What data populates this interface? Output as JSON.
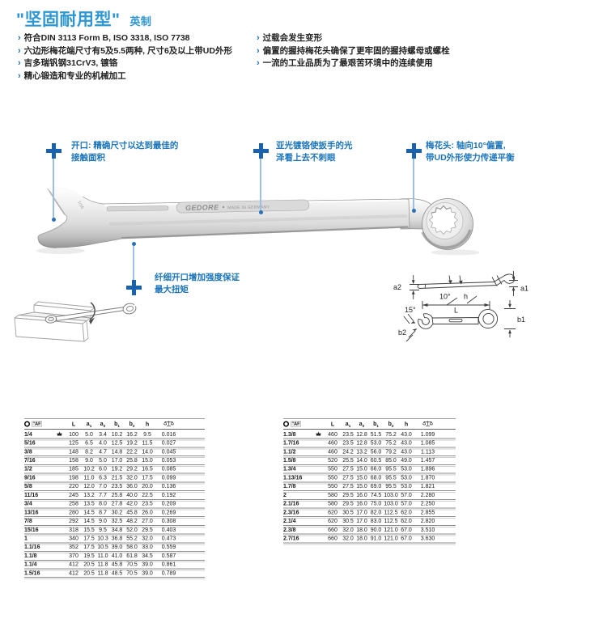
{
  "header": {
    "title": "\"坚固耐用型\"",
    "subtitle": "英制"
  },
  "features_left": [
    "符合DIN 3113 Form B, ISO 3318, ISO 7738",
    "六边形梅花端尺寸有5及5.5两种, 尺寸6及以上带UD外形",
    "吉多瑞钒钢31CrV3, 镀铬",
    "精心锻造和专业的机械加工"
  ],
  "features_right": [
    "过载会发生变形",
    "偏置的握持梅花头确保了更牢固的握持螺母或螺栓",
    "一流的工业品质为了最艰苦环境中的连续使用"
  ],
  "callouts": [
    {
      "line1": "开口: 精确尺寸以达到最佳的",
      "line2": "接触面积"
    },
    {
      "line1": "亚光镀铬使扳手的光",
      "line2": "泽看上去不刺眼"
    },
    {
      "line1": "梅花头: 轴向10°偏置,",
      "line2": "带UD外形使力传递平衡"
    },
    {
      "line1": "纤细开口增加强度保证",
      "line2": "最大扭矩"
    }
  ],
  "wrench": {
    "brand": "GEDORE",
    "made_in": "MADE IN GERMANY",
    "size_stamp": "7/16"
  },
  "diagram": {
    "a1": "a1",
    "a2": "a2",
    "b1": "b1",
    "b2": "b2",
    "h": "h",
    "L": "L",
    "deg10": "10°",
    "deg15": "15°"
  },
  "tables": {
    "af_label": "\"AF",
    "headers": [
      "L",
      "a",
      "a",
      "b",
      "b",
      "h"
    ],
    "left_rows": [
      [
        "1/4",
        true,
        "100",
        "5.0",
        "3.4",
        "10.2",
        "16.2",
        "9.5",
        "0.016"
      ],
      [
        "5/16",
        false,
        "125",
        "6.5",
        "4.0",
        "12.5",
        "19.2",
        "11.5",
        "0.027"
      ],
      [
        "3/8",
        false,
        "148",
        "8.2",
        "4.7",
        "14.8",
        "22.2",
        "14.0",
        "0.045"
      ],
      [
        "7/16",
        false,
        "158",
        "9.0",
        "5.0",
        "17.0",
        "25.8",
        "15.0",
        "0.053"
      ],
      [
        "1/2",
        false,
        "185",
        "10.2",
        "6.0",
        "19.2",
        "29.2",
        "16.5",
        "0.085"
      ],
      [
        "9/16",
        false,
        "198",
        "11.0",
        "6.3",
        "21.5",
        "32.0",
        "17.5",
        "0.099"
      ],
      [
        "5/8",
        false,
        "220",
        "12.0",
        "7.0",
        "23.5",
        "36.0",
        "20.0",
        "0.136"
      ],
      [
        "11/16",
        false,
        "245",
        "13.2",
        "7.7",
        "25.8",
        "40.0",
        "22.5",
        "0.192"
      ],
      [
        "3/4",
        false,
        "258",
        "13.5",
        "8.0",
        "27.8",
        "42.0",
        "23.5",
        "0.209"
      ],
      [
        "13/16",
        false,
        "280",
        "14.5",
        "8.7",
        "30.2",
        "45.8",
        "26.0",
        "0.269"
      ],
      [
        "7/8",
        false,
        "292",
        "14.5",
        "9.0",
        "32.5",
        "48.2",
        "27.0",
        "0.308"
      ],
      [
        "15/16",
        false,
        "318",
        "15.5",
        "9.5",
        "34.8",
        "52.0",
        "29.5",
        "0.403"
      ],
      [
        "1",
        false,
        "340",
        "17.5",
        "10.3",
        "36.8",
        "55.2",
        "32.0",
        "0.473"
      ],
      [
        "1.1/16",
        false,
        "352",
        "17.5",
        "10.5",
        "39.0",
        "58.0",
        "33.0",
        "0.559"
      ],
      [
        "1.1/8",
        false,
        "370",
        "19.5",
        "11.0",
        "41.0",
        "61.8",
        "34.5",
        "0.587"
      ],
      [
        "1.1/4",
        false,
        "412",
        "20.5",
        "11.8",
        "45.8",
        "70.5",
        "39.0",
        "0.861"
      ],
      [
        "1.5/16",
        false,
        "412",
        "20.5",
        "11.8",
        "48.5",
        "70.5",
        "39.0",
        "0.789"
      ]
    ],
    "right_rows": [
      [
        "1.3/8",
        true,
        "460",
        "23.5",
        "12.8",
        "51.5",
        "75.2",
        "43.0",
        "1.099"
      ],
      [
        "1.7/16",
        false,
        "460",
        "23.5",
        "12.8",
        "53.0",
        "75.2",
        "43.0",
        "1.085"
      ],
      [
        "1.1/2",
        false,
        "460",
        "24.2",
        "13.2",
        "56.0",
        "79.2",
        "43.0",
        "1.113"
      ],
      [
        "1.5/8",
        false,
        "520",
        "25.5",
        "14.0",
        "60.5",
        "85.0",
        "49.0",
        "1.457"
      ],
      [
        "1.3/4",
        false,
        "550",
        "27.5",
        "15.0",
        "66.0",
        "95.5",
        "53.0",
        "1.896"
      ],
      [
        "1.13/16",
        false,
        "550",
        "27.5",
        "15.0",
        "68.0",
        "95.5",
        "53.0",
        "1.870"
      ],
      [
        "1.7/8",
        false,
        "550",
        "27.5",
        "15.0",
        "69.0",
        "95.5",
        "53.0",
        "1.821"
      ],
      [
        "2",
        false,
        "580",
        "29.5",
        "16.0",
        "74.5",
        "103.0",
        "57.0",
        "2.280"
      ],
      [
        "2.1/16",
        false,
        "580",
        "29.5",
        "16.0",
        "75.0",
        "103.0",
        "57.0",
        "2.250"
      ],
      [
        "2.3/16",
        false,
        "620",
        "30.5",
        "17.0",
        "82.0",
        "112.5",
        "62.0",
        "2.855"
      ],
      [
        "2.1/4",
        false,
        "620",
        "30.5",
        "17.0",
        "83.0",
        "112.5",
        "62.0",
        "2.820"
      ],
      [
        "2.3/8",
        false,
        "660",
        "32.0",
        "18.0",
        "90.0",
        "121.0",
        "67.0",
        "3.510"
      ],
      [
        "2.7/16",
        false,
        "660",
        "32.0",
        "18.0",
        "91.0",
        "121.0",
        "67.0",
        "3.630"
      ]
    ]
  }
}
